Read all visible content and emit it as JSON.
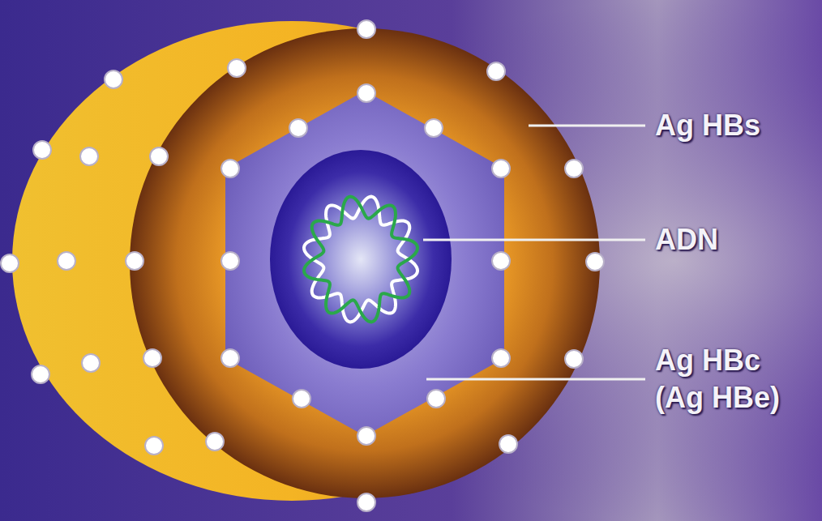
{
  "diagram": {
    "labels": [
      "Ag HBs",
      "ADN",
      "Ag HBc (Ag HBe)"
    ]
  }
}
